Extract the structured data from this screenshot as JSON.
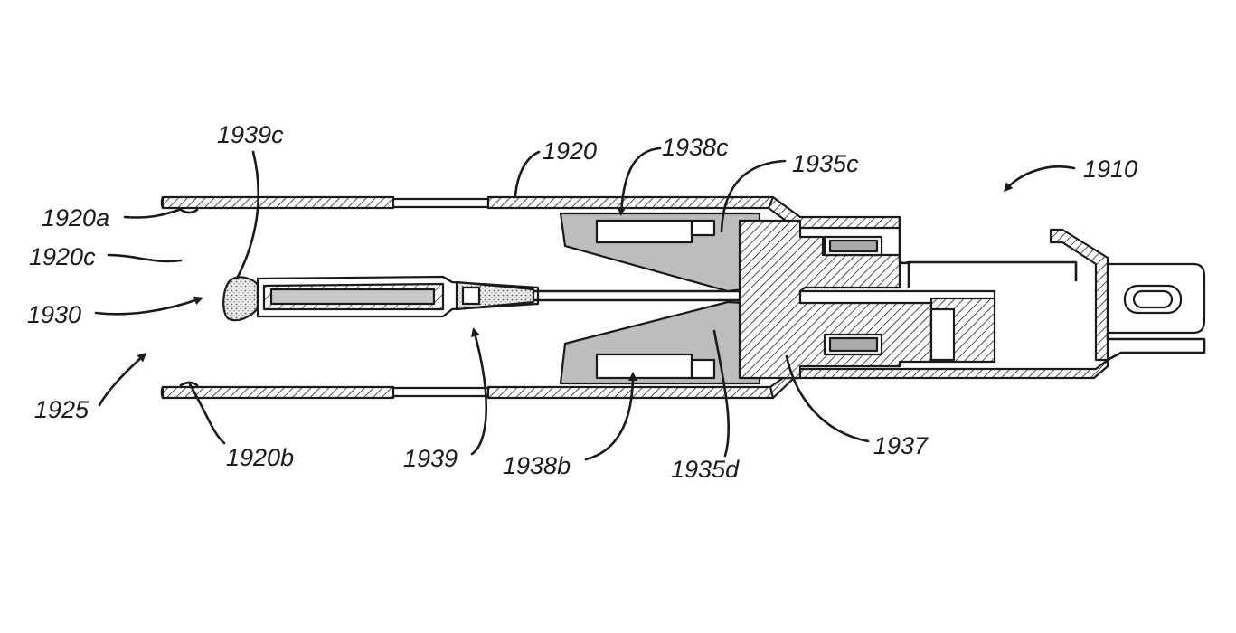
{
  "figure": {
    "reference_labels": {
      "l1910": "1910",
      "l1920": "1920",
      "l1920a": "1920a",
      "l1920b": "1920b",
      "l1920c": "1920c",
      "l1925": "1925",
      "l1930": "1930",
      "l1935c": "1935c",
      "l1935d": "1935d",
      "l1937": "1937",
      "l1938b": "1938b",
      "l1938c": "1938c",
      "l1939": "1939",
      "l1939c": "1939c"
    }
  }
}
